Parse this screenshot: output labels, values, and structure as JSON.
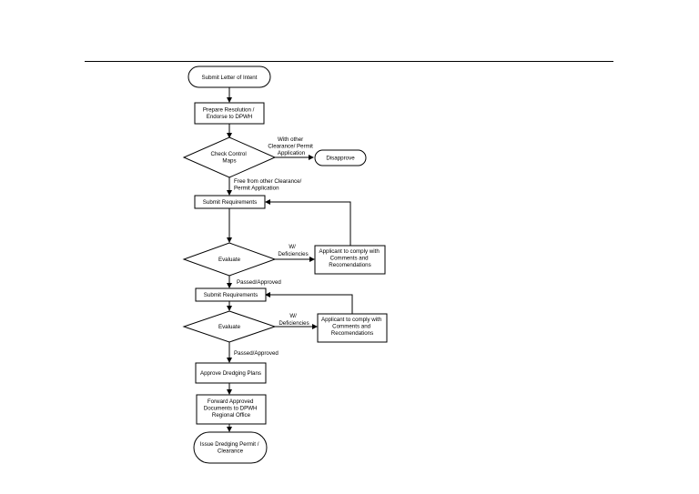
{
  "flowchart": {
    "start": "Submit Letter of Intent",
    "prepare_resolution": [
      "Prepare Resolution /",
      "Endorse to DPWH"
    ],
    "check_control_maps": [
      "Check Control",
      "Maps"
    ],
    "with_other_clearance": [
      "With other",
      "Clearance/ Permit",
      "Application"
    ],
    "disapprove": "Disapprove",
    "free_from_other": [
      "Free from other Clearance/",
      "Permit Application"
    ],
    "submit_requirements_1": "Submit Requirements",
    "evaluate_1": "Evaluate",
    "deficiencies_1": [
      "W/",
      "Deficiencies"
    ],
    "comply_1": [
      "Applicant to comply with",
      "Comments and",
      "Recomendations"
    ],
    "passed_approved_1": "Passed/Approved",
    "submit_requirements_2": "Submit Requirements",
    "evaluate_2": "Evaluate",
    "deficiencies_2": [
      "W/",
      "Deficiencies"
    ],
    "comply_2": [
      "Applicant to comply with",
      "Comments and",
      "Recomendations"
    ],
    "passed_approved_2": "Passed/Approved",
    "approve_plans": "Approve Dredging Plans",
    "forward_documents": [
      "Forward Approved",
      "Documents to DPWH",
      "Regional Office"
    ],
    "issue_permit": [
      "Issue Dredging Permit /",
      "Clearance"
    ]
  }
}
